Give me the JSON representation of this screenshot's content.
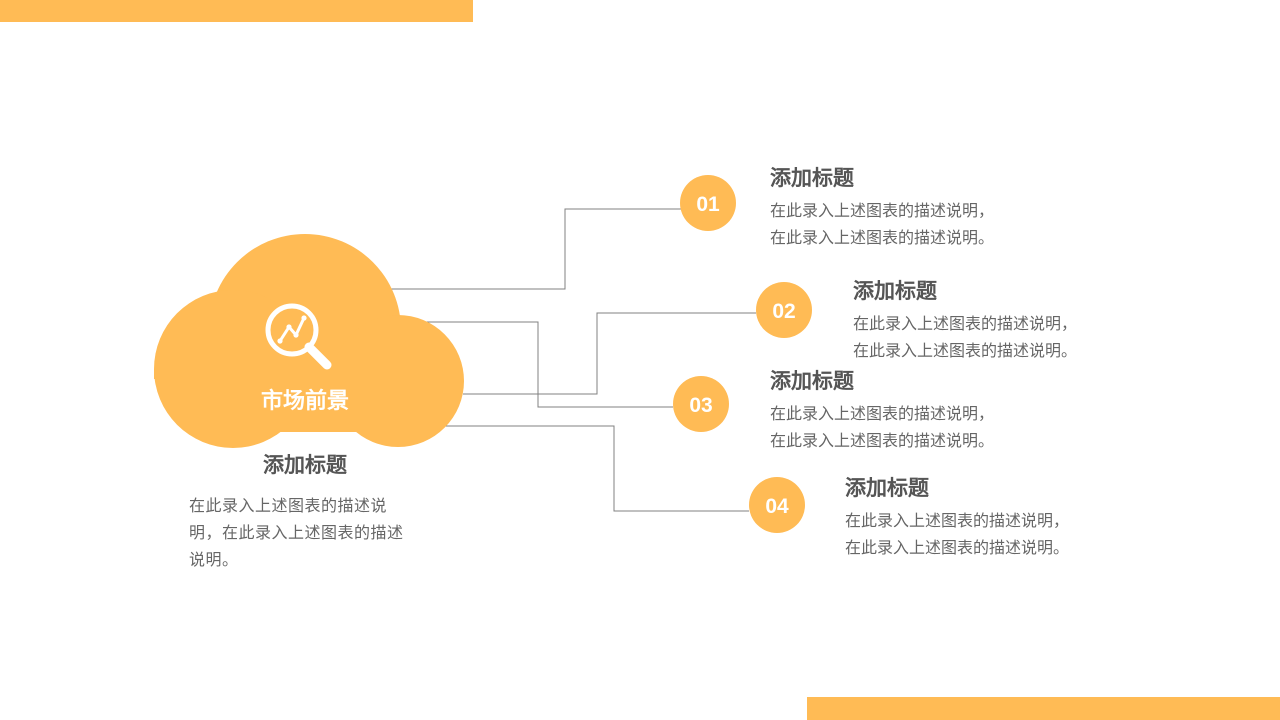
{
  "colors": {
    "accent": "#FFBB55",
    "line": "#808080",
    "title": "#555555",
    "text": "#666666"
  },
  "cloud": {
    "label": "市场前景",
    "icon": "magnifier-chart-icon"
  },
  "main": {
    "title": "添加标题",
    "desc": "在此录入上述图表的描述说明，在此录入上述图表的描述说明。"
  },
  "items": [
    {
      "number": "01",
      "title": "添加标题",
      "desc_line1": "在此录入上述图表的描述说明，",
      "desc_line2": "在此录入上述图表的描述说明。"
    },
    {
      "number": "02",
      "title": "添加标题",
      "desc_line1": "在此录入上述图表的描述说明，",
      "desc_line2": "在此录入上述图表的描述说明。"
    },
    {
      "number": "03",
      "title": "添加标题",
      "desc_line1": "在此录入上述图表的描述说明，",
      "desc_line2": "在此录入上述图表的描述说明。"
    },
    {
      "number": "04",
      "title": "添加标题",
      "desc_line1": "在此录入上述图表的描述说明，",
      "desc_line2": "在此录入上述图表的描述说明。"
    }
  ]
}
